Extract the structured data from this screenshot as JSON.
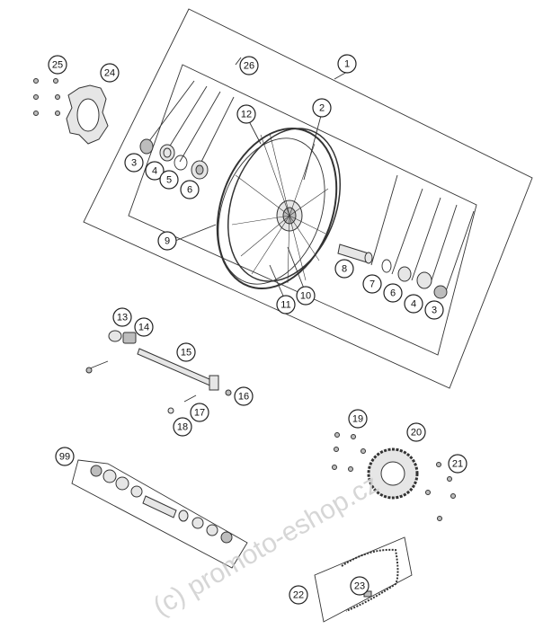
{
  "watermark": "(c) promoto-eshop.cz",
  "callouts": [
    {
      "id": "c1",
      "label": "1"
    },
    {
      "id": "c2",
      "label": "2"
    },
    {
      "id": "c3a",
      "label": "3"
    },
    {
      "id": "c3b",
      "label": "3"
    },
    {
      "id": "c4a",
      "label": "4"
    },
    {
      "id": "c4b",
      "label": "4"
    },
    {
      "id": "c5",
      "label": "5"
    },
    {
      "id": "c6a",
      "label": "6"
    },
    {
      "id": "c6b",
      "label": "6"
    },
    {
      "id": "c7",
      "label": "7"
    },
    {
      "id": "c8",
      "label": "8"
    },
    {
      "id": "c9",
      "label": "9"
    },
    {
      "id": "c10",
      "label": "10"
    },
    {
      "id": "c11",
      "label": "11"
    },
    {
      "id": "c12",
      "label": "12"
    },
    {
      "id": "c13",
      "label": "13"
    },
    {
      "id": "c14",
      "label": "14"
    },
    {
      "id": "c15",
      "label": "15"
    },
    {
      "id": "c16",
      "label": "16"
    },
    {
      "id": "c17",
      "label": "17"
    },
    {
      "id": "c18",
      "label": "18"
    },
    {
      "id": "c19",
      "label": "19"
    },
    {
      "id": "c20",
      "label": "20"
    },
    {
      "id": "c21",
      "label": "21"
    },
    {
      "id": "c22",
      "label": "22"
    },
    {
      "id": "c23",
      "label": "23"
    },
    {
      "id": "c24",
      "label": "24"
    },
    {
      "id": "c25",
      "label": "25"
    },
    {
      "id": "c26",
      "label": "26"
    },
    {
      "id": "c99",
      "label": "99"
    }
  ]
}
